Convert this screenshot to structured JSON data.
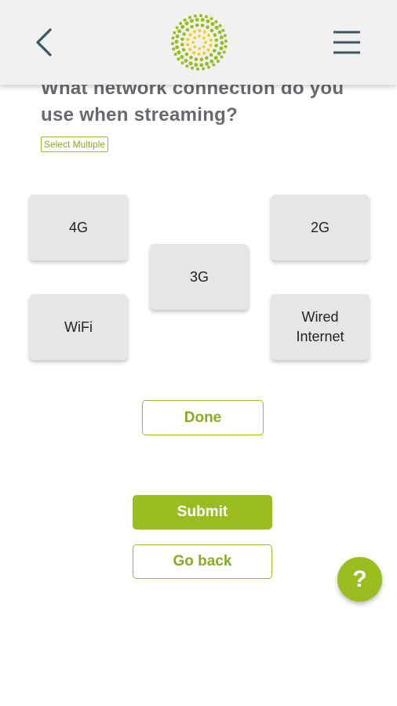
{
  "header": {
    "back_icon": "chevron-left-icon",
    "logo_icon": "dotted-sun-logo-icon",
    "menu_icon": "hamburger-menu-icon"
  },
  "question": {
    "text": "What network connection do you use when streaming?",
    "hint": "Select Multiple"
  },
  "options": [
    {
      "label": "4G"
    },
    {
      "label": "2G"
    },
    {
      "label": "3G"
    },
    {
      "label": "WiFi"
    },
    {
      "label": "Wired\nInternet"
    }
  ],
  "buttons": {
    "done": "Done",
    "submit": "Submit",
    "go_back": "Go back",
    "help": "?"
  },
  "colors": {
    "accent": "#9bbd20",
    "header_bg": "#f1f1f1",
    "tile_bg": "#e6e6e6",
    "question_text": "#666a6e",
    "logo_yellow": "#f2d21b"
  }
}
